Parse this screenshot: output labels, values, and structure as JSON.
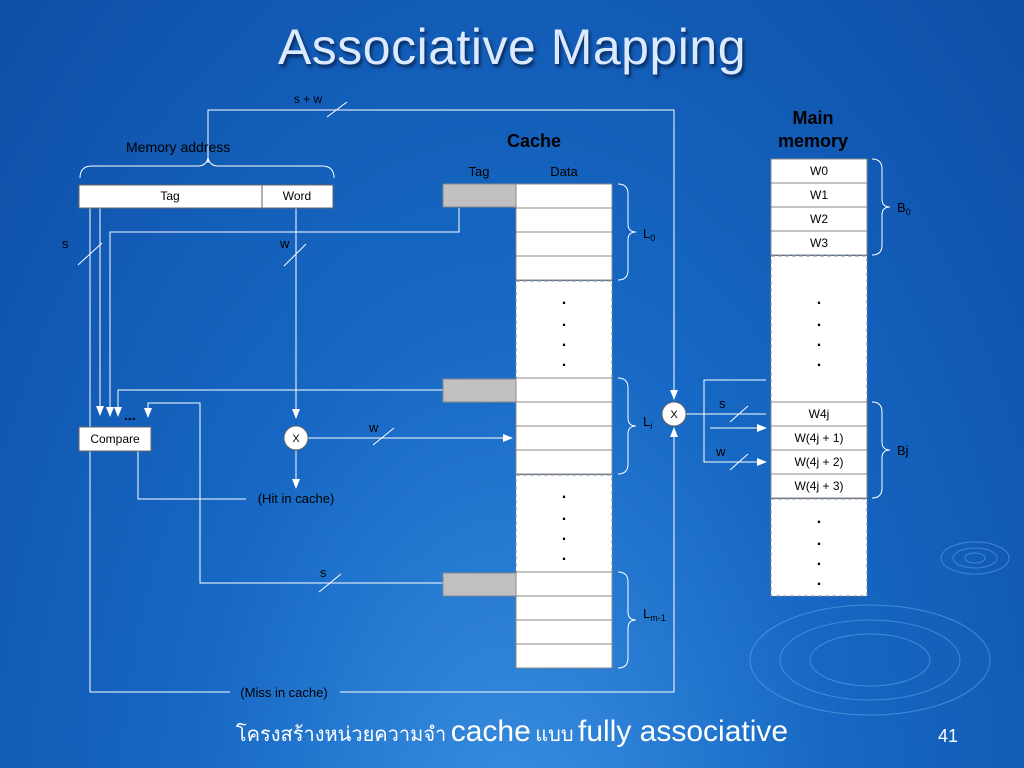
{
  "slide": {
    "title": "Associative Mapping",
    "page_number": "41",
    "caption": {
      "thai_1": "โครงสร้างหน่วยความจำ",
      "en_1": "cache",
      "thai_2": "แบบ",
      "en_2": "fully associative"
    }
  },
  "diagram": {
    "s_plus_w": "s + w",
    "memory_address_label": "Memory address",
    "tag_field": "Tag",
    "word_field": "Word",
    "s_label": "s",
    "w_label": "w",
    "compare_label": "Compare",
    "ellipsis": "...",
    "x_label": "X",
    "hit_label": "(Hit in cache)",
    "miss_label": "(Miss in cache)",
    "cache_title": "Cache",
    "cache_tag_col": "Tag",
    "cache_data_col": "Data",
    "line_labels": {
      "l0": "L",
      "l0_sub": "0",
      "li": "L",
      "li_sub": "i",
      "lm": "L",
      "lm_sub": "m-1"
    },
    "main_memory_title_1": "Main",
    "main_memory_title_2": "memory",
    "memory_words_b0": [
      "W0",
      "W1",
      "W2",
      "W3"
    ],
    "memory_words_bj": [
      "W4j",
      "W(4j + 1)",
      "W(4j + 2)",
      "W(4j + 3)"
    ],
    "block_b0": "B",
    "block_b0_sub": "0",
    "block_bj": "Bj",
    "dot": "."
  }
}
